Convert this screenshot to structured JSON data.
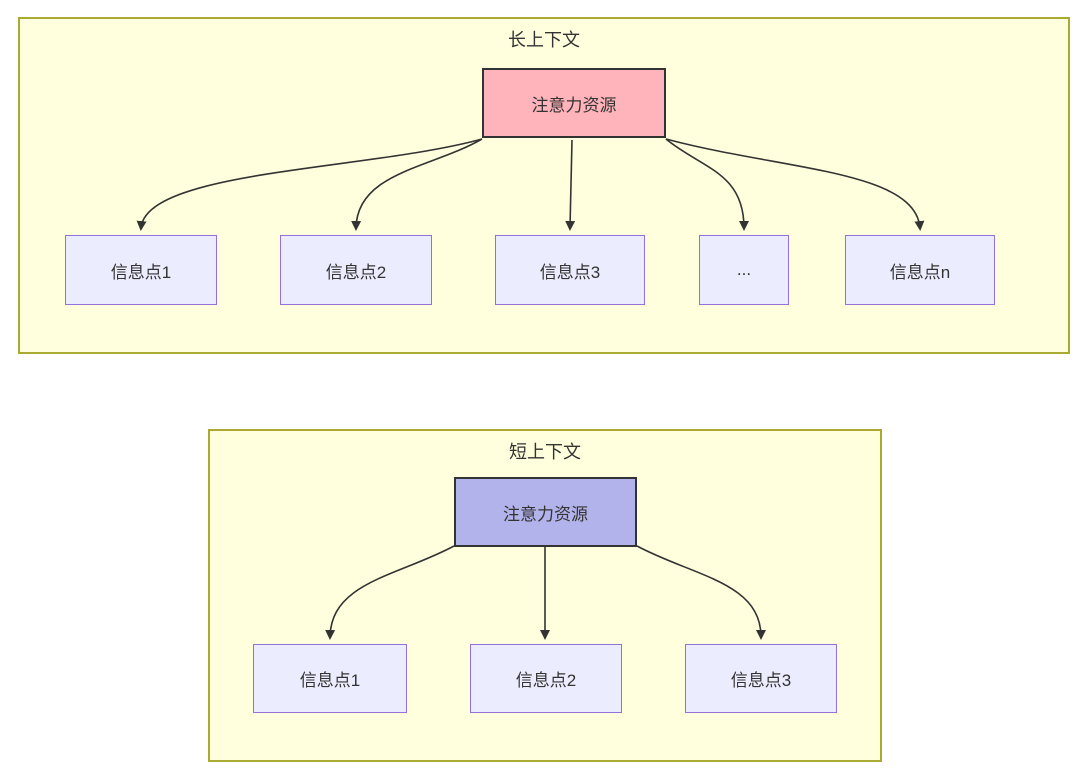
{
  "colors": {
    "container_fill": "#ffffde",
    "container_border": "#aaaa33",
    "node_fill": "#ececff",
    "node_border": "#9370db",
    "attention_long_fill": "#ffb3ba",
    "attention_short_fill": "#b3b3eb",
    "attention_border": "#333333",
    "arrow": "#333333",
    "text": "#333333",
    "page_bg": "#ffffff"
  },
  "long_context": {
    "title": "长上下文",
    "attention_label": "注意力资源",
    "nodes": [
      {
        "label": "信息点1"
      },
      {
        "label": "信息点2"
      },
      {
        "label": "信息点3"
      },
      {
        "label": "..."
      },
      {
        "label": "信息点n"
      }
    ]
  },
  "short_context": {
    "title": "短上下文",
    "attention_label": "注意力资源",
    "nodes": [
      {
        "label": "信息点1"
      },
      {
        "label": "信息点2"
      },
      {
        "label": "信息点3"
      }
    ]
  }
}
